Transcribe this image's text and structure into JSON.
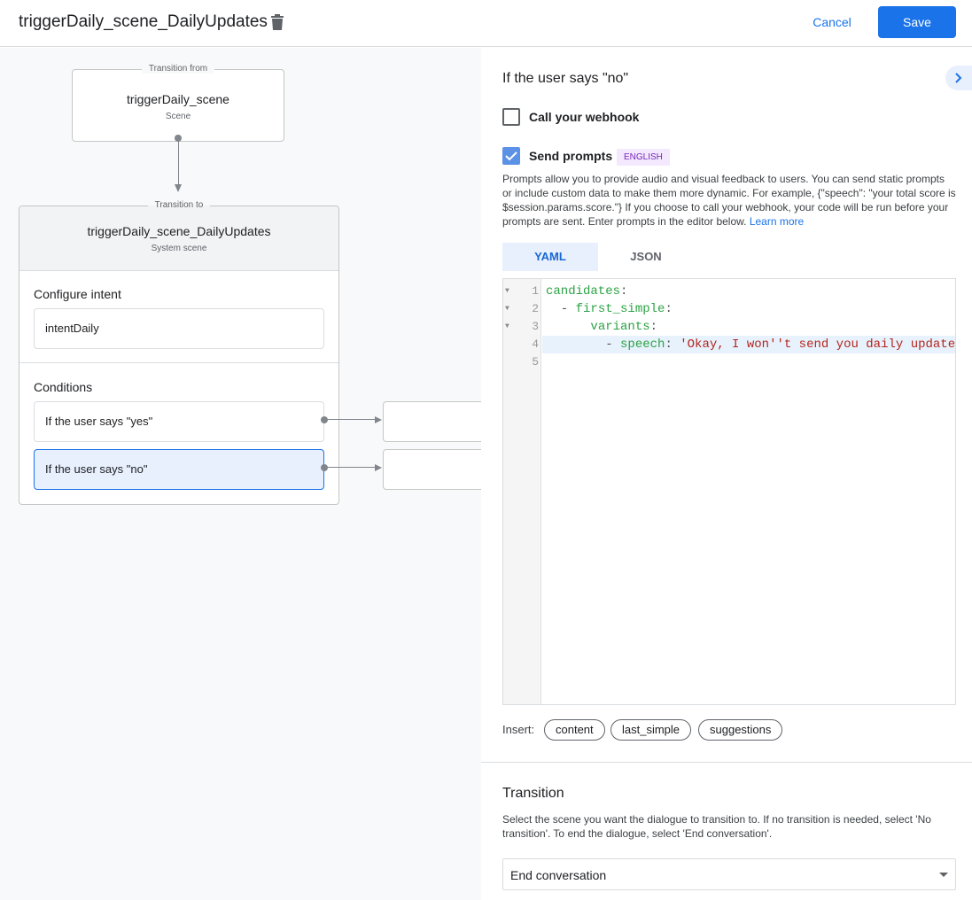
{
  "header": {
    "title": "triggerDaily_scene_DailyUpdates",
    "cancel": "Cancel",
    "save": "Save"
  },
  "canvas": {
    "from": {
      "legend": "Transition from",
      "name": "triggerDaily_scene",
      "type": "Scene"
    },
    "to": {
      "legend": "Transition to",
      "name": "triggerDaily_scene_DailyUpdates",
      "type": "System scene",
      "intent_label": "Configure intent",
      "intent": "intentDaily",
      "conditions_label": "Conditions",
      "conditions": [
        "If the user says \"yes\"",
        "If the user says \"no\""
      ]
    }
  },
  "panel": {
    "title": "If the user says \"no\"",
    "webhook": {
      "label": "Call your webhook",
      "checked": false
    },
    "prompts": {
      "label": "Send prompts",
      "checked": true,
      "badge": "ENGLISH",
      "description": "Prompts allow you to provide audio and visual feedback to users. You can send static prompts or include custom data to make them more dynamic. For example, {\"speech\": \"your total score is $session.params.score.\"} If you choose to call your webhook, your code will be run before your prompts are sent. Enter prompts in the editor below.",
      "learn_more": "Learn more"
    },
    "tabs": [
      "YAML",
      "JSON"
    ],
    "code": {
      "line_numbers": [
        "1",
        "2",
        "3",
        "4",
        "5"
      ],
      "l1_key": "candidates",
      "l2_pre": "  - ",
      "l2_key": "first_simple",
      "l3_pre": "      ",
      "l3_key": "variants",
      "l4_pre": "        - ",
      "l4_key": "speech",
      "l4_val": "'Okay, I won''t send you daily update",
      "colon": ":"
    },
    "insert": {
      "label": "Insert:",
      "chips": [
        "content",
        "last_simple",
        "suggestions"
      ]
    },
    "transition": {
      "title": "Transition",
      "description": "Select the scene you want the dialogue to transition to. If no transition is needed, select 'No transition'. To end the dialogue, select 'End conversation'.",
      "selected": "End conversation"
    }
  },
  "colors": {
    "accent": "#1a73e8",
    "selected_condition": "#e8f0fe",
    "badge_bg": "#f3e8fd",
    "badge_text": "#7627bb"
  }
}
